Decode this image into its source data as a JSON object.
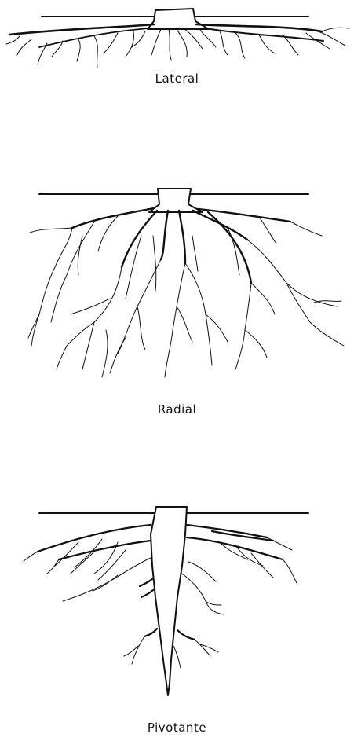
{
  "figures": [
    {
      "id": "lateral",
      "label": "Lateral"
    },
    {
      "id": "radial",
      "label": "Radial"
    },
    {
      "id": "pivotante",
      "label": "Pivotante"
    }
  ],
  "colors": {
    "ink": "#111111",
    "background": "#ffffff"
  }
}
